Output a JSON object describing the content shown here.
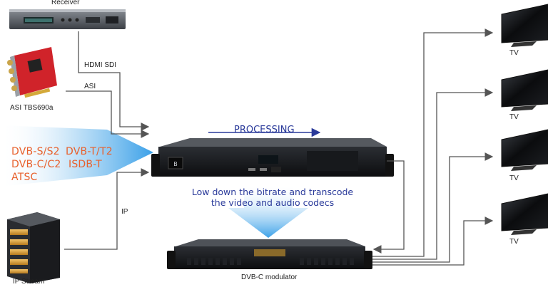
{
  "devices": {
    "receiver": {
      "label": "Receiver"
    },
    "asi_card": {
      "label": "ASI TBS690a"
    },
    "ip_stream": {
      "label": "IP Stream"
    },
    "modulator": {
      "label": "DVB-C modulator"
    },
    "tvs": [
      {
        "label": "TV"
      },
      {
        "label": "TV"
      },
      {
        "label": "TV"
      },
      {
        "label": "TV"
      }
    ]
  },
  "connections": {
    "hdmi_sdi": "HDMI SDI",
    "asi": "ASI",
    "ip": "IP"
  },
  "signals": {
    "row1": [
      "DVB-S/S2",
      "DVB-T/T2"
    ],
    "row2": [
      "DVB-C/C2",
      "ISDB-T"
    ],
    "row3": [
      "ATSC"
    ]
  },
  "processing": {
    "label": "PROCESSING",
    "note_line1": "Low down the bitrate and transcode",
    "note_line2": "the video and audio codecs"
  },
  "colors": {
    "signal_text": "#e8602c",
    "processing_text": "#2a3a9a",
    "beam": "#3aa0e8",
    "line": "#555555"
  }
}
